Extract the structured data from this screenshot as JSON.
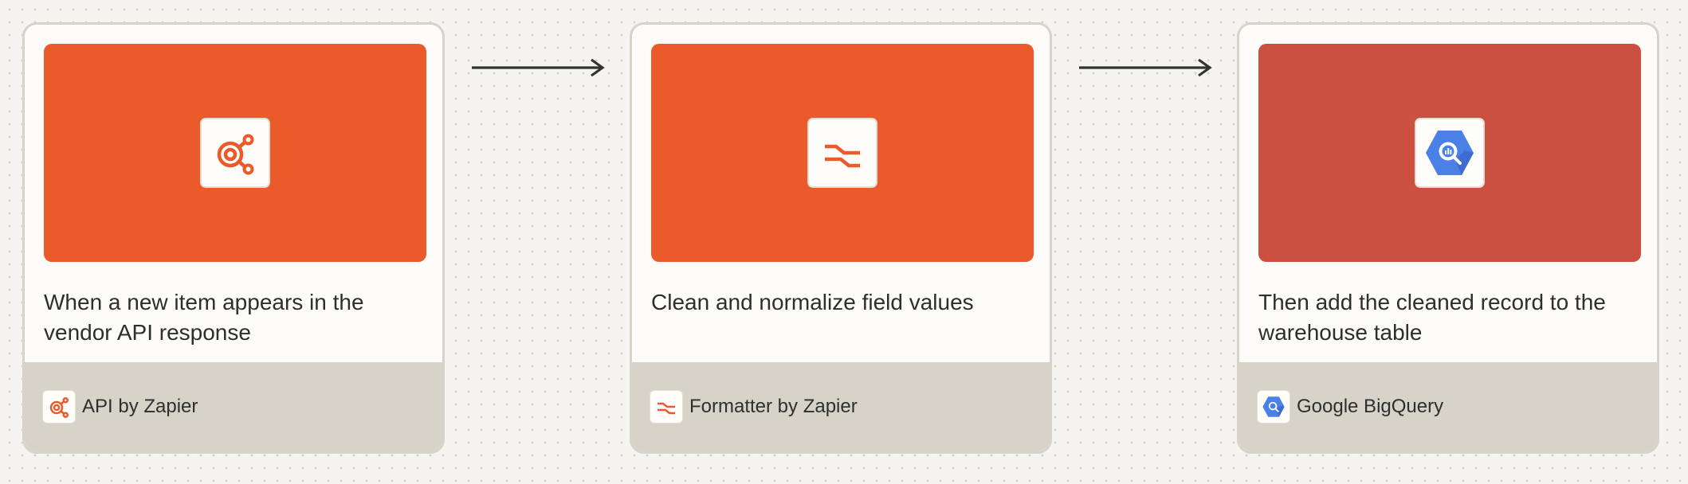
{
  "steps": [
    {
      "title": "When a new item appears in the vendor API response",
      "app_name": "API by Zapier",
      "icon": "api-webhook-icon",
      "banner_color": "#eb5a2a"
    },
    {
      "title": "Clean and normalize field values",
      "app_name": "Formatter by Zapier",
      "icon": "formatter-icon",
      "banner_color": "#eb5a2a"
    },
    {
      "title": "Then add the cleaned record to the warehouse table",
      "app_name": "Google BigQuery",
      "icon": "bigquery-icon",
      "banner_color": "#cc5041"
    }
  ],
  "colors": {
    "accent": "#eb5a2a",
    "bigquery_blue": "#4b80e6",
    "connector": "#333333"
  }
}
